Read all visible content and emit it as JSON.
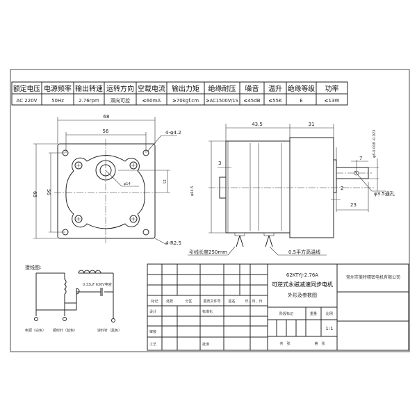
{
  "spec_table": {
    "headers": [
      "额定电压",
      "电源频率",
      "输出转速",
      "运转方向",
      "空载电流",
      "输出力矩",
      "绝缘耐压",
      "噪音",
      "温升",
      "绝缘等级",
      "功率"
    ],
    "values": [
      "AC 220V",
      "50Hz",
      "2.76rpm",
      "双向可控",
      "≤60mA",
      "≥70kgf.cm",
      "≥AC1500V/1S",
      "≤45dB",
      "≤55K",
      "E",
      "≤13W"
    ]
  },
  "front_view": {
    "dim_width": "68",
    "dim_hole_spacing": "56",
    "dim_height": "68",
    "dim_hole_spacing_v": "56",
    "hole_note": "4-φ4.2",
    "shaft_dia": "φ14",
    "shaft_offset": "15",
    "corner_radius": "4-R2.5"
  },
  "side_view": {
    "dim_motor_length": "43.5",
    "dim_gearbox_length": "31",
    "dim_flange": "3",
    "dim_diameter": "φ64.5",
    "dim_shaft_hole_pos": "7",
    "shaft_tolerance": "φ8-0.008 -0.023",
    "dim_shoulder": "2",
    "dim_shaft_length": "23",
    "hole_note": "φ3.5通孔",
    "lead_length": "引线长度250mm",
    "lead_wire": "0.5平方高温线"
  },
  "wiring": {
    "title": "接线图:",
    "capacitor": "0.33uF 630V电容",
    "terminals": [
      "电源（白色）",
      "顺时针（蓝色）",
      "逆时针（黑色）"
    ]
  },
  "title_block": {
    "model": "62KTYJ-2.76A",
    "product_name": "可逆式永磁减速同步电机",
    "drawing_type": "外形及参数图",
    "company": "常州市美特精密电机有限公司",
    "stage_label": "阶段标记",
    "weight_label": "重量",
    "scale_label": "比例",
    "scale": "1:1",
    "sheets_total_label": "共　张",
    "sheet_label": "第　张",
    "rev_headers": [
      "标记",
      "处数",
      "分区",
      "更改文件号",
      "签名",
      "年、月、日"
    ],
    "roles": [
      "设计",
      "标准化",
      "审核",
      "工艺",
      "批准"
    ]
  }
}
